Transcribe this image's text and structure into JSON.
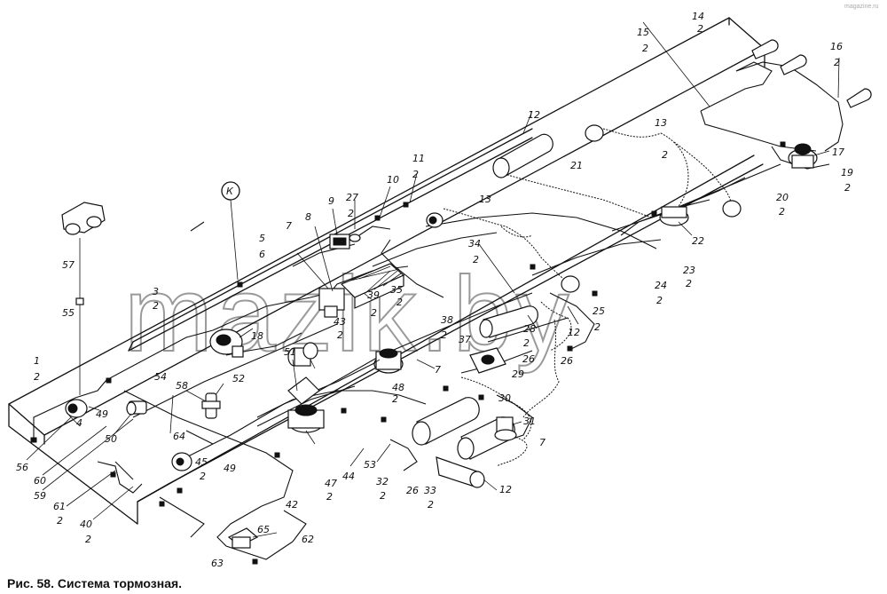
{
  "caption": "Рис. 58. Система тормозная.",
  "watermark": "mazik.by",
  "corner_mark": "magazine.ru",
  "labels": {
    "k": "К",
    "l1": "1",
    "l2": "2",
    "l3": "3",
    "l4": "4",
    "l5": "5",
    "l6": "6",
    "l7": "7",
    "l8": "8",
    "l9": "9",
    "l10": "10",
    "l11": "11",
    "l12": "12",
    "l13": "13",
    "l14": "14",
    "l15": "15",
    "l16": "16",
    "l17": "17",
    "l18": "18",
    "l19": "19",
    "l20": "20",
    "l21": "21",
    "l22": "22",
    "l23": "23",
    "l24": "24",
    "l25": "25",
    "l26": "26",
    "l27": "27",
    "l28": "28",
    "l29": "29",
    "l30": "30",
    "l31": "31",
    "l32": "32",
    "l33": "33",
    "l34": "34",
    "l35": "35",
    "l37": "37",
    "l38": "38",
    "l39": "39",
    "l40": "40",
    "l42": "42",
    "l43": "43",
    "l44": "44",
    "l45": "45",
    "l47": "47",
    "l48": "48",
    "l49": "49",
    "l50": "50",
    "l51": "51",
    "l52": "52",
    "l53": "53",
    "l54": "54",
    "l55": "55",
    "l56": "56",
    "l57": "57",
    "l58": "58",
    "l59": "59",
    "l60": "60",
    "l61": "61",
    "l62": "62",
    "l63": "63",
    "l64": "64",
    "l65": "65"
  },
  "icons": [
    "brake-chamber-icon",
    "air-receiver-icon",
    "valve-icon",
    "compressor-icon",
    "coupling-head-icon"
  ]
}
